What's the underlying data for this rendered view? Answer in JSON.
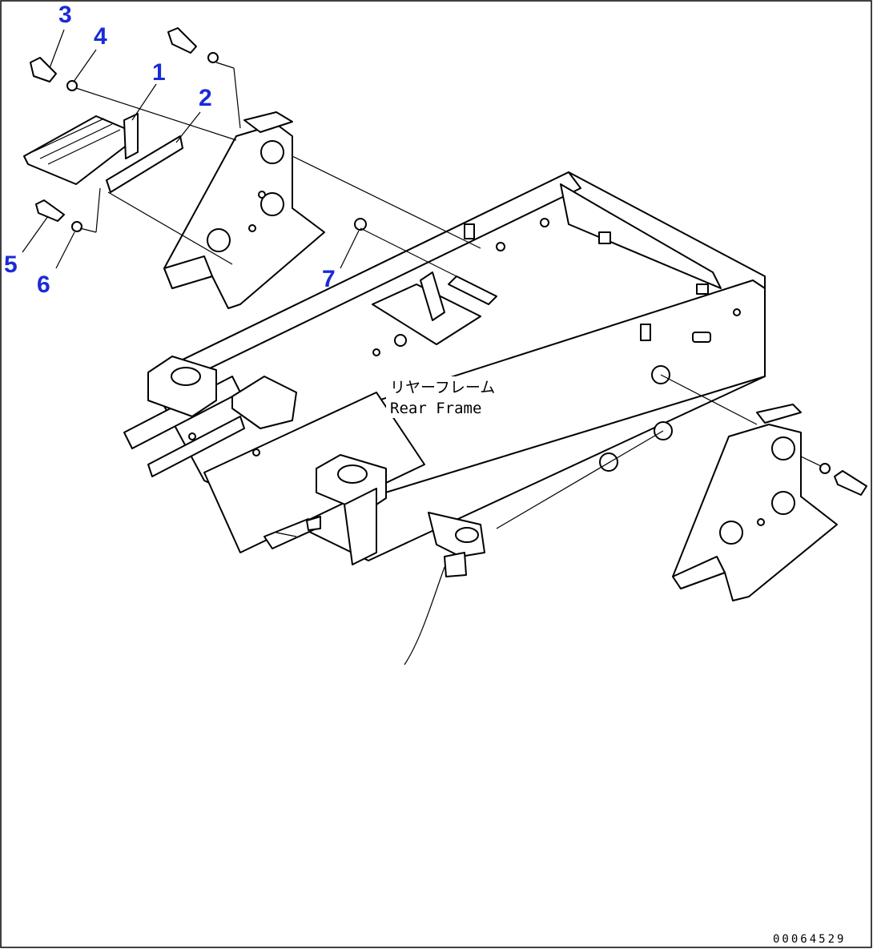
{
  "callouts": [
    "1",
    "2",
    "3",
    "4",
    "5",
    "6",
    "7"
  ],
  "frame_label": {
    "japanese": "リヤーフレーム",
    "english": "Rear Frame"
  },
  "drawing_number": "00064529",
  "colors": {
    "callout": "#1a2bd6",
    "line": "#000000",
    "background": "#ffffff"
  }
}
